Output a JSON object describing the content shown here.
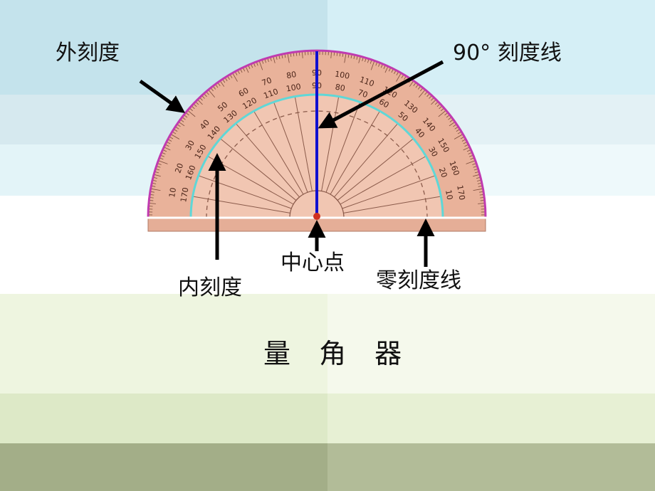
{
  "labels": {
    "outer_scale": "外刻度",
    "ninety_line": "90° 刻度线",
    "inner_scale": "内刻度",
    "center_point": "中心点",
    "zero_line": "零刻度线"
  },
  "title": "量 角 器",
  "colors": {
    "protractor_fill": "#e9b29a",
    "outer_arc": "#c03bb0",
    "inner_arc": "#5fd7d7",
    "ninety_line": "#1010d0",
    "arrow": "#000000",
    "band_colors_left": [
      "#bfe0ea",
      "#d5ecf2",
      "#ffffff",
      "#edf5df",
      "#dbe8c4",
      "#a3ae88"
    ],
    "band_colors_right": [
      "#d3eef5",
      "#e3f4f8",
      "#ffffff",
      "#f4f8ea",
      "#e6efd2",
      "#b2bc98"
    ]
  },
  "scale": {
    "outer_ticks": [
      "10",
      "20",
      "30",
      "40",
      "50",
      "60",
      "70",
      "80",
      "90",
      "100",
      "110",
      "120",
      "130",
      "140",
      "150",
      "160",
      "170"
    ],
    "inner_ticks": [
      "170",
      "160",
      "150",
      "140",
      "130",
      "120",
      "110",
      "100",
      "90",
      "80",
      "70",
      "60",
      "50",
      "40",
      "30",
      "20",
      "10"
    ]
  }
}
